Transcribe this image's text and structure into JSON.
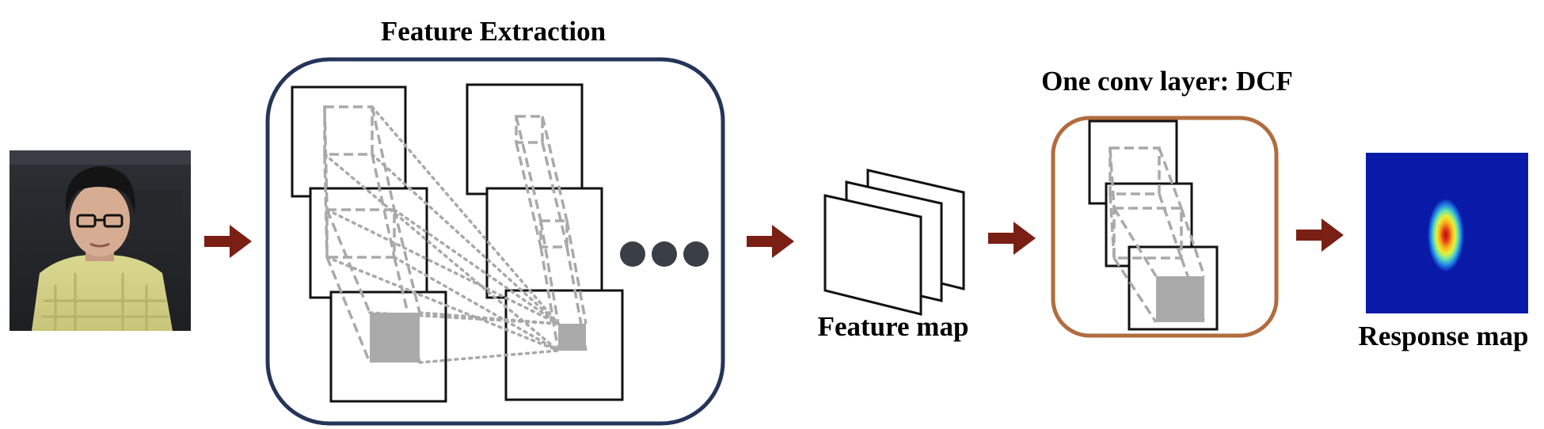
{
  "labels": {
    "feature_extraction": "Feature Extraction",
    "one_conv_layer": "One conv layer: DCF",
    "feature_map": "Feature map",
    "response_map": "Response map"
  },
  "colors": {
    "arrow": "#7a1f14",
    "extraction_border": "#25345a",
    "dcf_border": "#b26c3e",
    "dots": "#3a3f45",
    "dashed": "#a9a9a9",
    "filled_region": "#aaaaaa",
    "response_background": "#0a1aa8"
  },
  "icons": {
    "input_image": "person-photo-icon",
    "response": "gaussian-heatmap-icon"
  }
}
